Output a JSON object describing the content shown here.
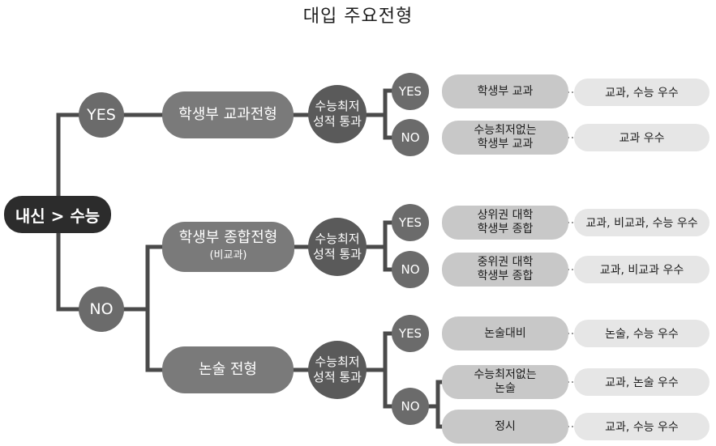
{
  "title": "대입 주요전형",
  "root": "내신 > 수능",
  "branches": {
    "yes": "YES",
    "no": "NO"
  },
  "tracks": {
    "subject": {
      "label": "학생부 교과전형"
    },
    "comprehensive": {
      "label": "학생부 종합전형",
      "sub": "(비교과)"
    },
    "essay": {
      "label": "논술 전형"
    }
  },
  "minimum_question": "수능최저\n성적 통과",
  "answers": {
    "yes": "YES",
    "no": "NO"
  },
  "outcomes": {
    "subject_yes": {
      "criteria": "학생부 교과",
      "result": "교과, 수능 우수"
    },
    "subject_no": {
      "criteria": "수능최저없는\n학생부 교과",
      "result": "교과 우수"
    },
    "comp_yes": {
      "criteria": "상위권 대학\n학생부 종합",
      "result": "교과, 비교과, 수능 우수"
    },
    "comp_no": {
      "criteria": "중위권 대학\n학생부 종합",
      "result": "교과, 비교과 우수"
    },
    "essay_yes": {
      "criteria": "논술대비",
      "result": "논술, 수능 우수"
    },
    "essay_no_1": {
      "criteria": "수능최저없는\n논술",
      "result": "교과, 논술 우수"
    },
    "essay_no_2": {
      "criteria": "정시",
      "result": "교과, 수능 우수"
    }
  }
}
